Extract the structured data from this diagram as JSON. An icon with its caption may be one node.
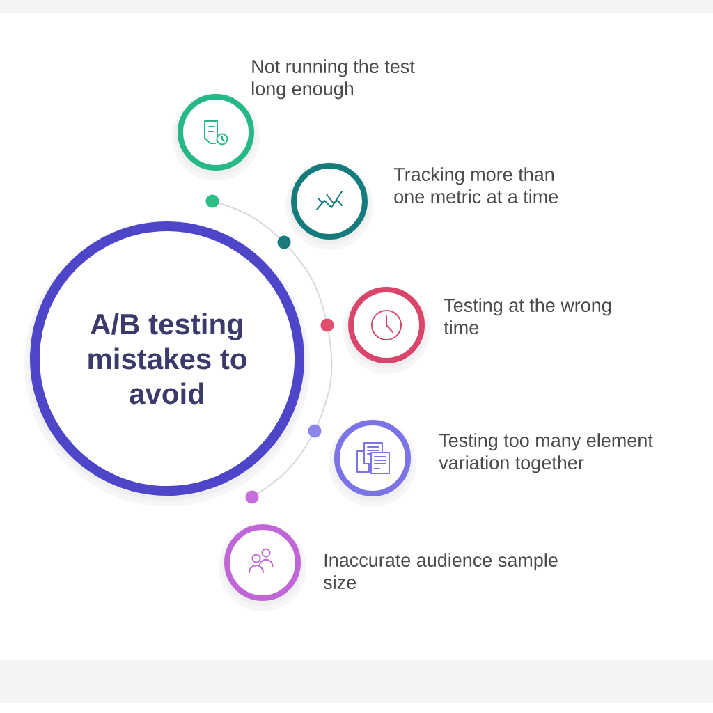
{
  "diagram": {
    "nodes": [
      {
        "text": [
          "A/B testing mistakes to avoid"
        ]
      },
      {
        "text": [],
        "shape": "circle",
        "beside": [
          "Not running the test long enough"
        ]
      },
      {
        "text": [],
        "shape": "circle",
        "beside": [
          "Tracking more than one metric at a time"
        ]
      },
      {
        "text": [],
        "shape": "circle",
        "beside": [
          "Testing at the wrong time"
        ]
      },
      {
        "text": [],
        "shape": "circle",
        "beside": [
          "Testing too many element variation together"
        ]
      },
      {
        "text": [],
        "shape": "circle",
        "beside": [
          "Inaccurate audience sample size"
        ]
      },
      {
        "text": [],
        "shape": "circle"
      },
      {
        "text": [],
        "shape": "circle"
      },
      {
        "text": [],
        "shape": "circle"
      },
      {
        "text": [],
        "shape": "circle"
      },
      {
        "text": [],
        "shape": "circle"
      }
    ],
    "edges": [
      {
        "from": 6,
        "to": 7,
        "arrow": "none"
      },
      {
        "from": 7,
        "to": 8,
        "arrow": "none"
      },
      {
        "from": 8,
        "to": 9,
        "arrow": "none"
      },
      {
        "from": 9,
        "to": 10,
        "arrow": "none"
      }
    ]
  }
}
